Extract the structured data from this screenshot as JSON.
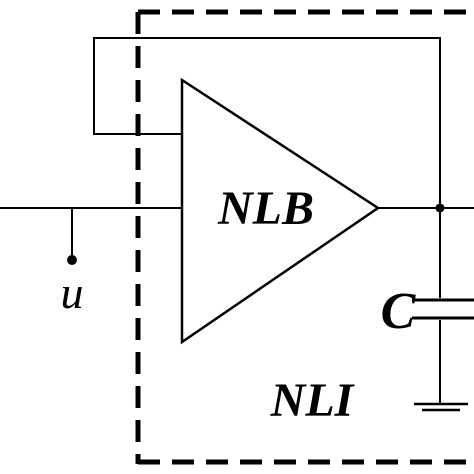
{
  "diagram": {
    "block_label": "NLB",
    "input_label": "u",
    "capacitor_label": "C",
    "system_label": "NLI"
  },
  "colors": {
    "background": "#ffffff",
    "ink": "#000000"
  }
}
